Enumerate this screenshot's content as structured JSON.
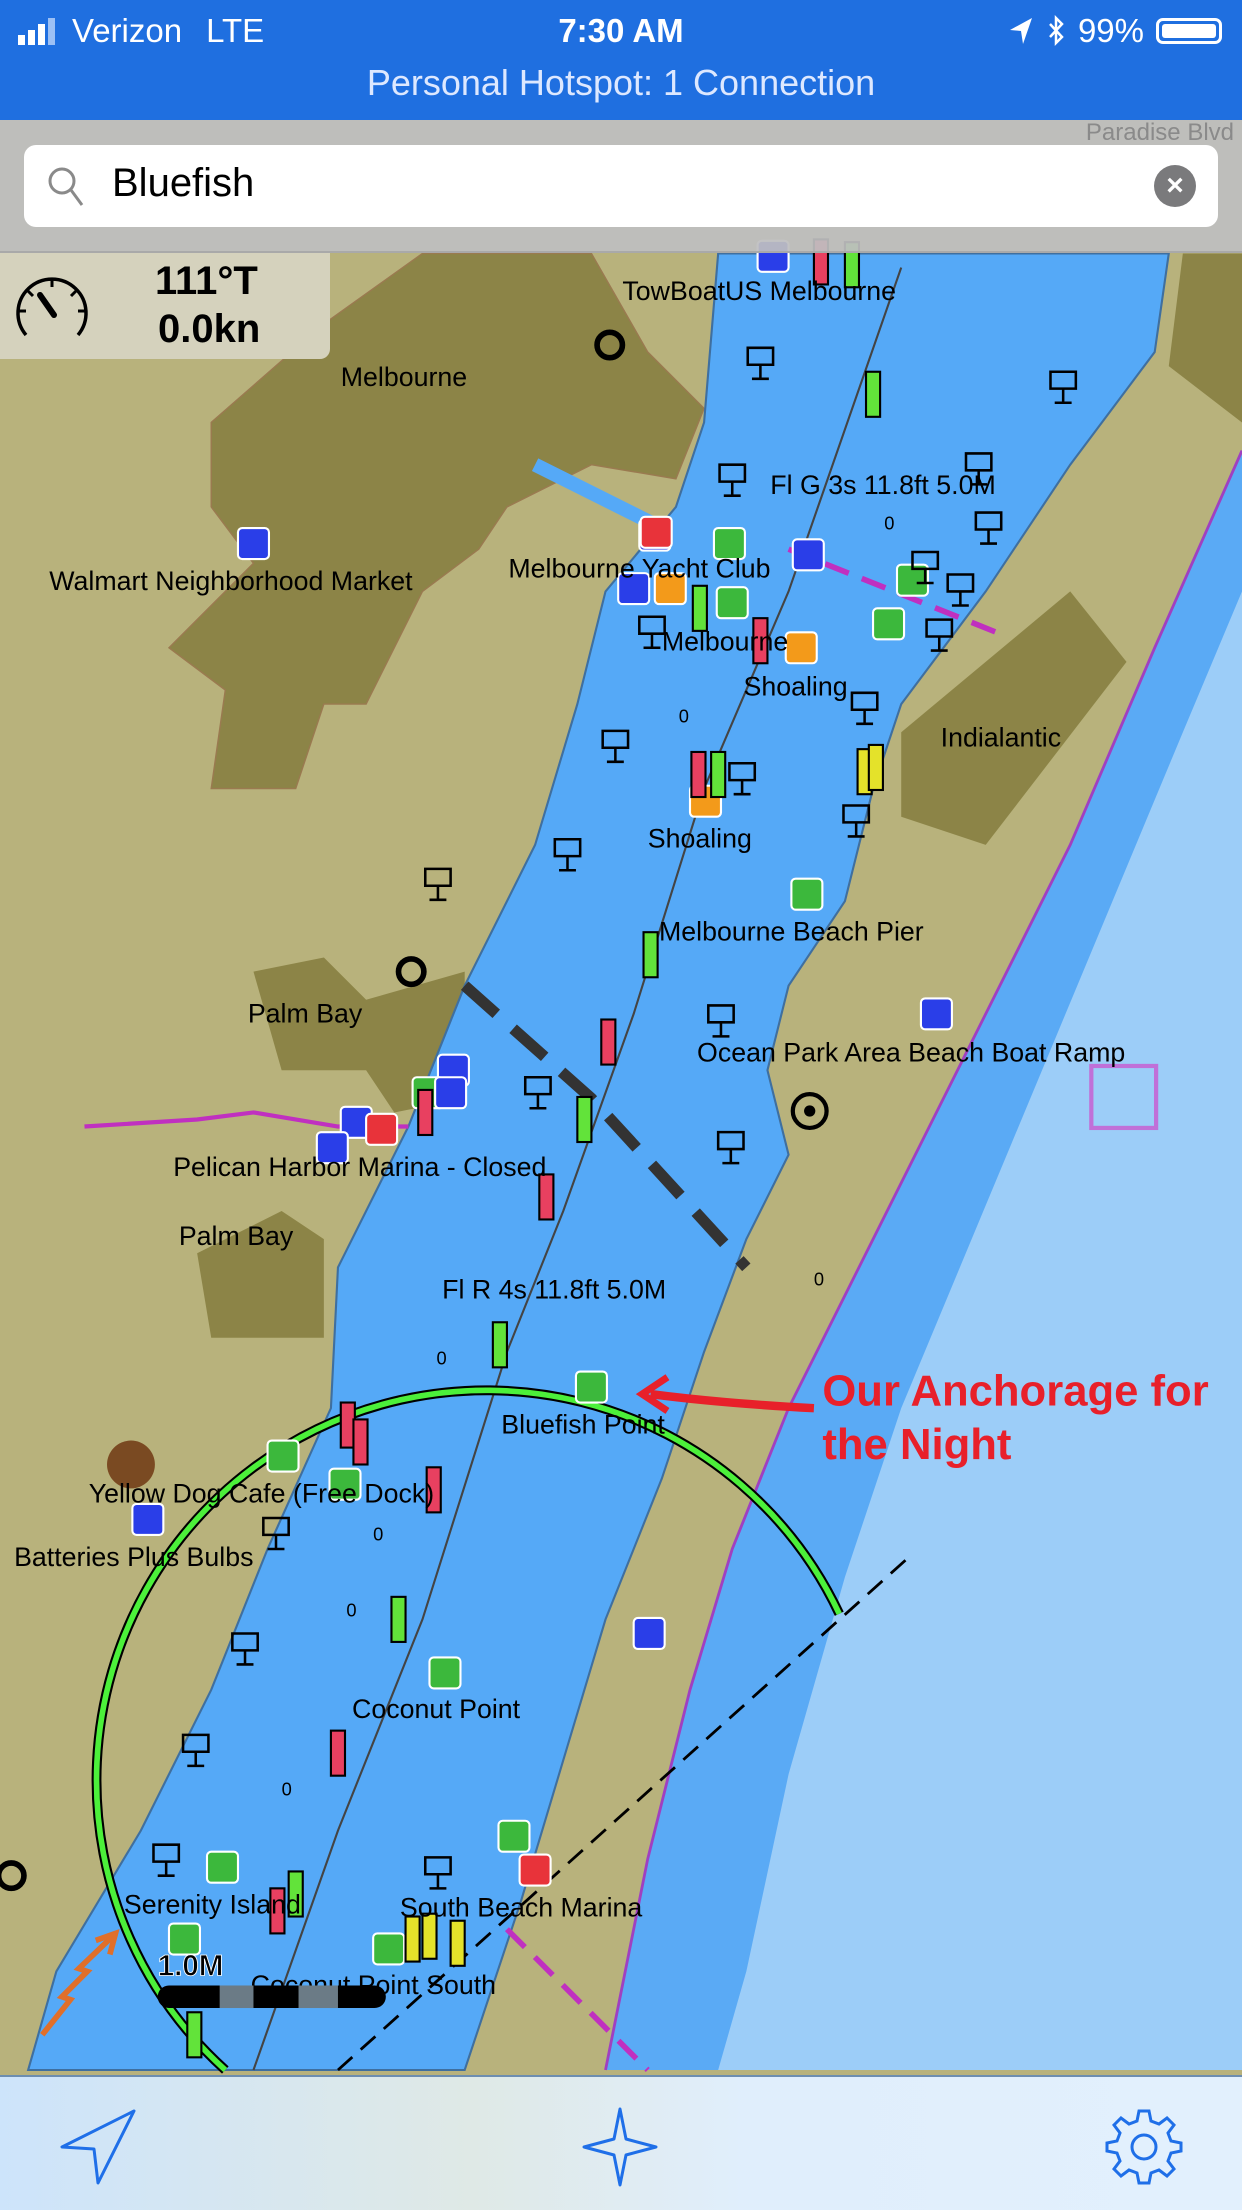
{
  "status_bar": {
    "carrier": "Verizon",
    "network": "LTE",
    "time": "7:30 AM",
    "battery": "99%"
  },
  "hotspot_banner": "Personal Hotspot: 1 Connection",
  "search": {
    "value": "Bluefish",
    "icon": "search-icon",
    "clear_icon": "clear-icon"
  },
  "speed_widget": {
    "heading": "111°T",
    "speed": "0.0kn",
    "icon": "speedometer-icon"
  },
  "map": {
    "faint_label": "Paradise Blvd",
    "labels": [
      "TowBoatUS Melbourne",
      "Melbourne",
      "Fl G 3s 11.8ft 5.0M",
      "Walmart Neighborhood Market",
      "Melbourne Yacht Club",
      "Melbourne",
      "Shoaling",
      "Indialantic",
      "Shoaling",
      "Melbourne Beach Pier",
      "Palm Bay",
      "Ocean Park Area Beach Boat Ramp",
      "Pelican Harbor Marina - Closed",
      "Palm Bay",
      "Fl R 4s 11.8ft 5.0M",
      "Bluefish Point",
      "Yellow Dog Cafe (Free Dock)",
      "Batteries Plus Bulbs",
      "Coconut Point",
      "Serenity Island",
      "South Beach Marina",
      "Coconut Point South"
    ],
    "depth_mark": "0",
    "scale_label": "1.0M",
    "annotation": {
      "line1": "Our Anchorage for",
      "line2": "the Night",
      "color": "#e8202a"
    },
    "colors": {
      "land": "#b8b27c",
      "urban": "#8c8447",
      "lagoon": "#55a9f7",
      "ocean": "#9ccdf8",
      "anchor_circle": "#4cf03a"
    }
  },
  "toolbar": {
    "items": [
      "location-arrow-icon",
      "compass-star-icon",
      "settings-gear-icon"
    ]
  }
}
